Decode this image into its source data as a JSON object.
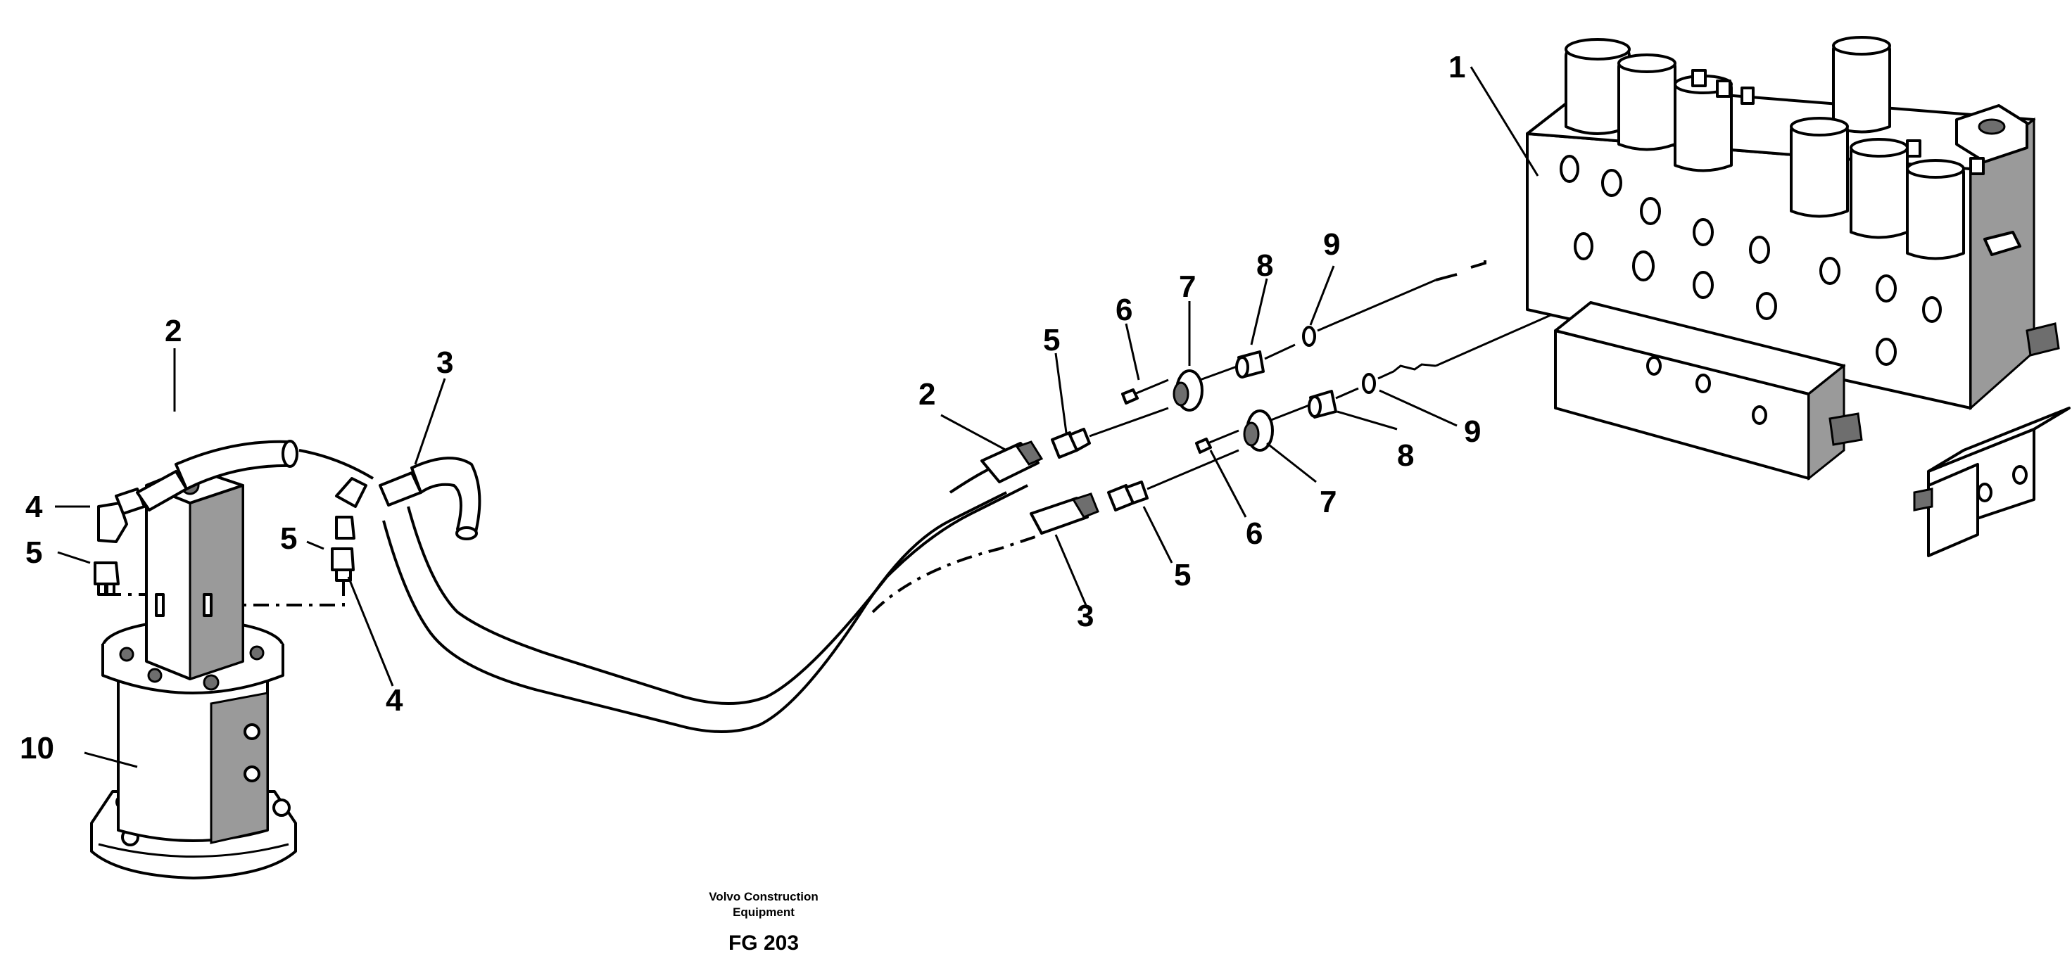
{
  "labels": {
    "valve_block": "1",
    "hose_a_left": "2",
    "hose_b_left": "3",
    "elbow_left_a": "4",
    "nipple_left_a": "5",
    "nipple_left_b": "5",
    "elbow_left_b": "4",
    "swivel": "10",
    "hose_a_right": "2",
    "nipple_right_a": "5",
    "screw_a": "6",
    "flange_a": "7",
    "adapter_a": "8",
    "oring_a": "9",
    "hose_b_right": "3",
    "nipple_right_b": "5",
    "screw_b": "6",
    "flange_b": "7",
    "adapter_b": "8",
    "oring_b": "9"
  },
  "caption": {
    "line1": "Volvo Construction",
    "line2": "Equipment",
    "figure": "FG 203"
  }
}
